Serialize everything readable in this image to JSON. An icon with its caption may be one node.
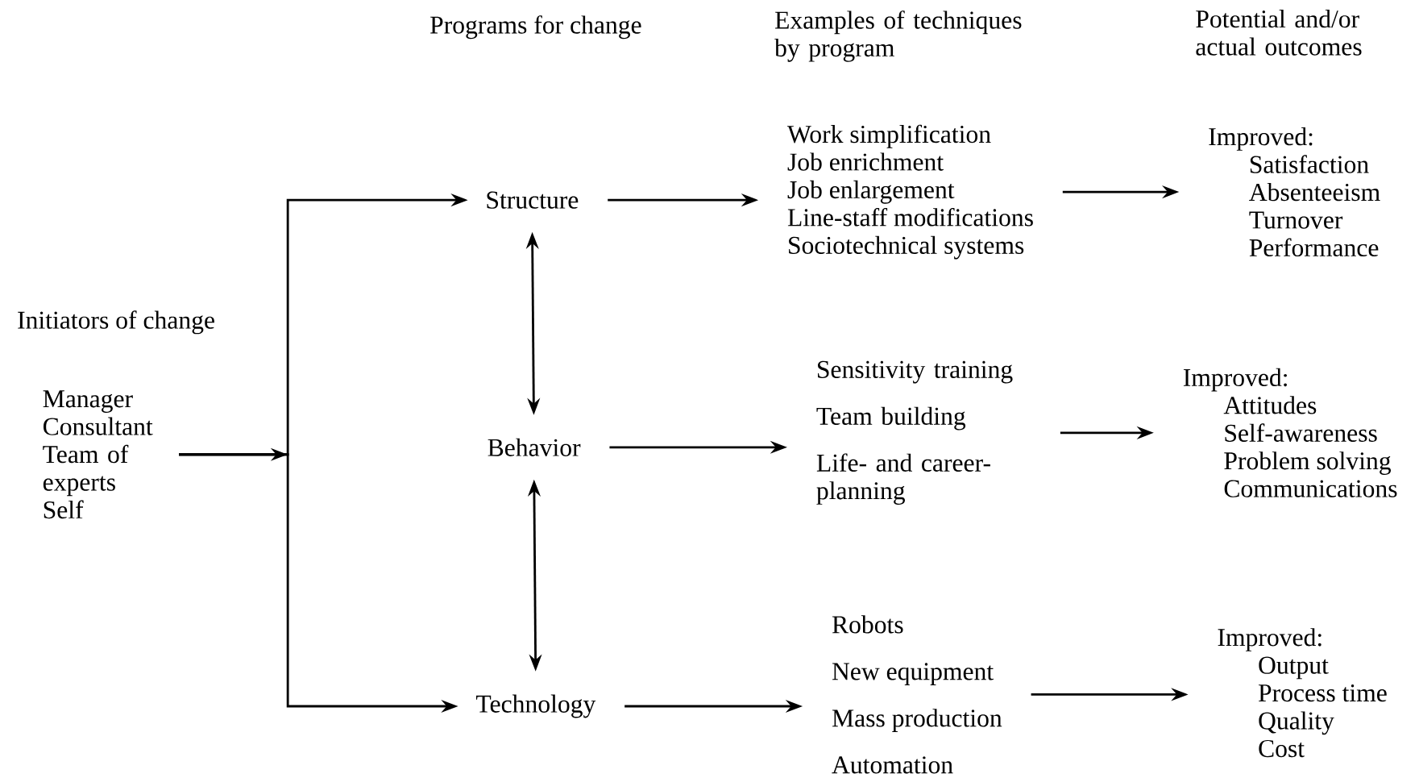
{
  "diagram": {
    "nodes": [
      {
        "text": [
          "Manager",
          "Consultant",
          "Team of experts",
          "Self"
        ]
      },
      {
        "text": [
          "Structure"
        ]
      },
      {
        "text": [
          "Behavior"
        ]
      },
      {
        "text": [
          "Technology"
        ]
      },
      {
        "text": [
          "Work simplification",
          "Job enrichment",
          "Job enlargement",
          "Line-staff modifications",
          "Sociotechnical systems"
        ]
      },
      {
        "text": [
          "Sensitivity training",
          "Team building",
          "Life- and career-planning"
        ]
      },
      {
        "text": [
          "Robots",
          "New equipment",
          "Mass production",
          "Automation"
        ]
      },
      {
        "text": [
          "Improved:",
          "Satisfaction",
          "Absenteeism",
          "Turnover",
          "Performance"
        ]
      },
      {
        "text": [
          "Improved:",
          "Attitudes",
          "Self-awareness",
          "Problem solving",
          "Communications"
        ]
      },
      {
        "text": [
          "Improved:",
          "Output",
          "Process time",
          "Quality",
          "Cost"
        ]
      }
    ],
    "edges": [
      {
        "from": 0,
        "to": 1,
        "arrow": "to"
      },
      {
        "from": 0,
        "to": 3,
        "arrow": "to"
      },
      {
        "from": 1,
        "to": 2,
        "arrow": "both"
      },
      {
        "from": 2,
        "to": 3,
        "arrow": "both"
      },
      {
        "from": 1,
        "to": 4,
        "arrow": "to"
      },
      {
        "from": 2,
        "to": 5,
        "arrow": "to"
      },
      {
        "from": 3,
        "to": 6,
        "arrow": "to"
      },
      {
        "from": 4,
        "to": 7,
        "arrow": "to"
      },
      {
        "from": 5,
        "to": 8,
        "arrow": "to"
      },
      {
        "from": 6,
        "to": 9,
        "arrow": "to"
      }
    ],
    "labels": [
      "Programs for change",
      "Examples of techniques by program",
      "Potential and/or actual outcomes",
      "Initiators of change"
    ]
  }
}
